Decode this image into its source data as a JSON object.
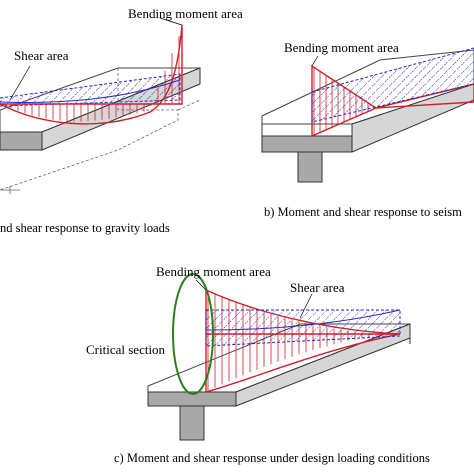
{
  "panel_a": {
    "label_bending": "Bending moment area",
    "label_shear": "Shear area",
    "caption": "nd shear response to gravity loads"
  },
  "panel_b": {
    "label_bending": "Bending moment area",
    "caption": "b) Moment and shear response to seism"
  },
  "panel_c": {
    "label_bending": "Bending moment area",
    "label_shear": "Shear area",
    "label_critical": "Critical section",
    "caption": "c) Moment and shear response under design loading conditions"
  },
  "colors": {
    "moment": "#d0202a",
    "shear": "#2a2ab8",
    "slab_face": "#a9a9a9",
    "slab_line": "#333333",
    "critical_ellipse": "#2e7d1f"
  }
}
